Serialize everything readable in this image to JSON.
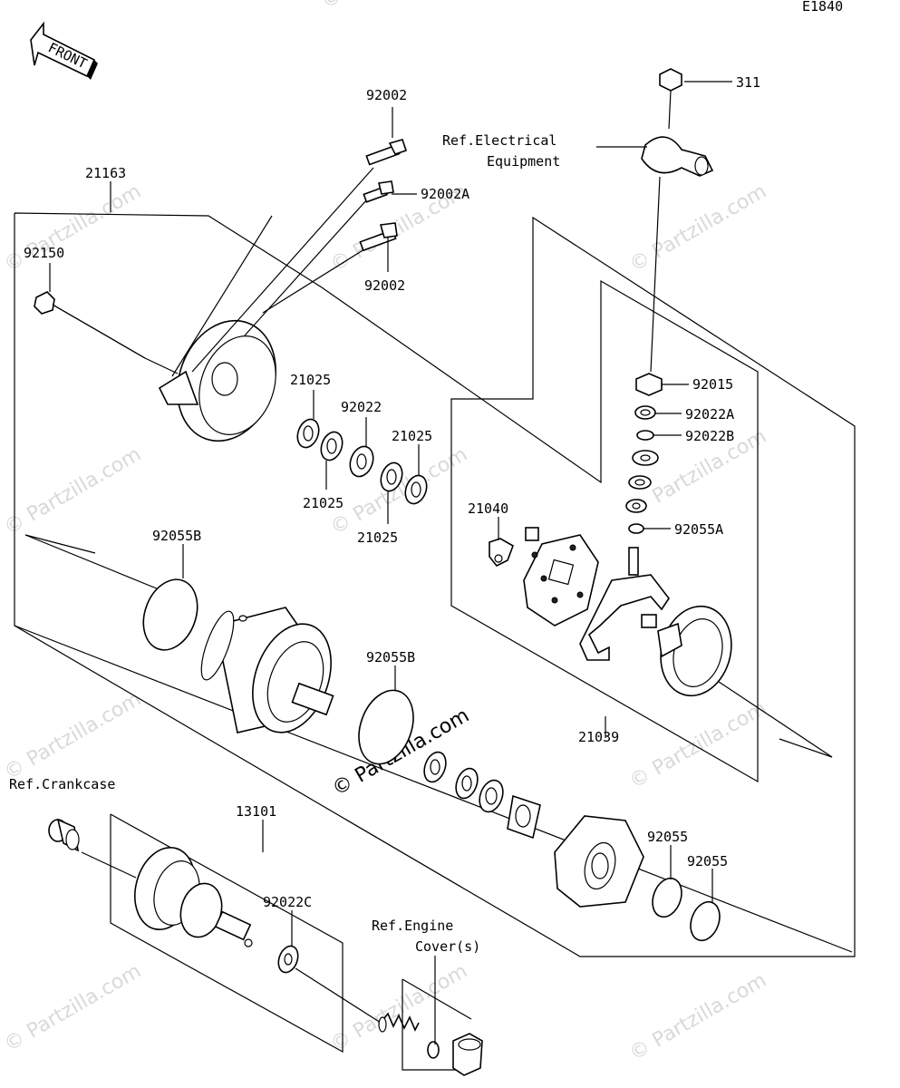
{
  "diagram_code": "E1840",
  "front_label": "FRONT",
  "watermark": "© Partzilla.com",
  "parts": {
    "p311": "311",
    "p92002_top": "92002",
    "p92002A": "92002A",
    "p92002_bottom": "92002",
    "p21163": "21163",
    "p92150": "92150",
    "p21025_a": "21025",
    "p92022": "92022",
    "p21025_b": "21025",
    "p21025_c": "21025",
    "p21025_d": "21025",
    "p92015": "92015",
    "p92022A": "92022A",
    "p92022B": "92022B",
    "p92055A": "92055A",
    "p21040": "21040",
    "p92055B_left": "92055B",
    "p92055B_center": "92055B",
    "p21039": "21039",
    "p13101": "13101",
    "p92022C": "92022C",
    "p92055_a": "92055",
    "p92055_b": "92055"
  },
  "refs": {
    "electrical_1": "Ref.Electrical",
    "electrical_2": "Equipment",
    "crankcase": "Ref.Crankcase",
    "engine_1": "Ref.Engine",
    "engine_2": "Cover(s)"
  }
}
